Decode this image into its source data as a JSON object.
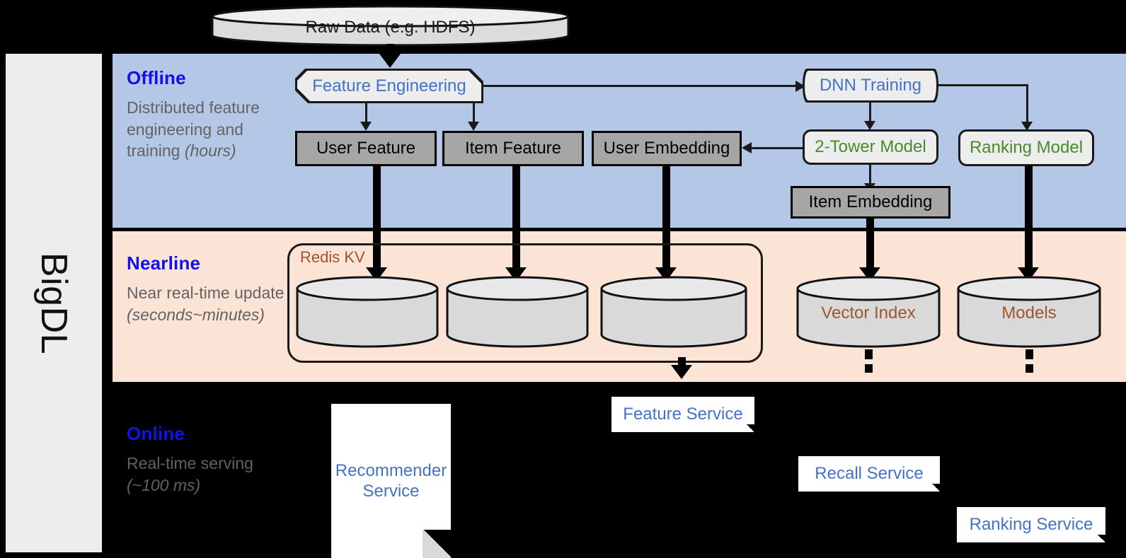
{
  "sidebar": {
    "label": "BigDL"
  },
  "bands": [
    {
      "id": "offline",
      "title": "Offline",
      "desc_main": "Distributed feature engineering and training ",
      "desc_italic": "(hours)",
      "color": "#b4c7e7"
    },
    {
      "id": "nearline",
      "title": "Nearline",
      "desc_main": "Near real-time update ",
      "desc_italic": "(seconds~minutes)",
      "color": "#fbe3d5"
    },
    {
      "id": "online",
      "title": "Online",
      "desc_main": "Real-time serving ",
      "desc_italic": "(~100 ms)",
      "color": "#000000"
    }
  ],
  "nodes": {
    "raw_data": "Raw Data (e.g. HDFS)",
    "feature_engineering": "Feature Engineering",
    "dnn_training": "DNN Training",
    "user_feature": "User Feature",
    "item_feature": "Item Feature",
    "user_embedding": "User Embedding",
    "two_tower_model": "2-Tower Model",
    "ranking_model": "Ranking Model",
    "item_embedding": "Item Embedding",
    "redis_kv": "Redis KV",
    "vector_index": "Vector Index",
    "models": "Models",
    "recommender_service": "Recommender Service",
    "feature_service": "Feature Service",
    "recall_service": "Recall Service",
    "ranking_service": "Ranking Service"
  },
  "colors": {
    "offline_band": "#b4c7e7",
    "nearline_band": "#fbe3d5",
    "band_title": "#1111ee",
    "band_desc": "#636363",
    "blue_text": "#4472c4",
    "green_text": "#4a8a2a",
    "brown_text": "#a2542a",
    "grey_box": "#a6a6a6",
    "light_box": "#ededed",
    "sidebar": "#ededed"
  }
}
